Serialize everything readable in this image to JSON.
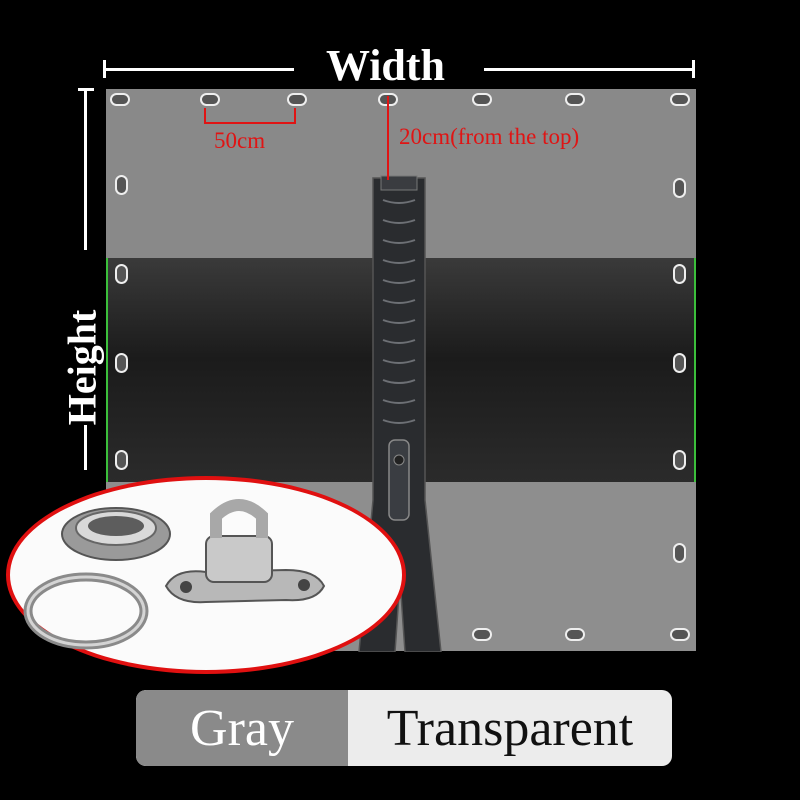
{
  "dimensions": {
    "width_label": "Width",
    "height_label": "Height",
    "spacing_label": "50cm",
    "zipper_label": "20cm(from the top)"
  },
  "color_options": {
    "gray_label": "Gray",
    "transparent_label": "Transparent"
  },
  "colors": {
    "accent_red": "#e01414",
    "panel_gray": "#898989"
  }
}
